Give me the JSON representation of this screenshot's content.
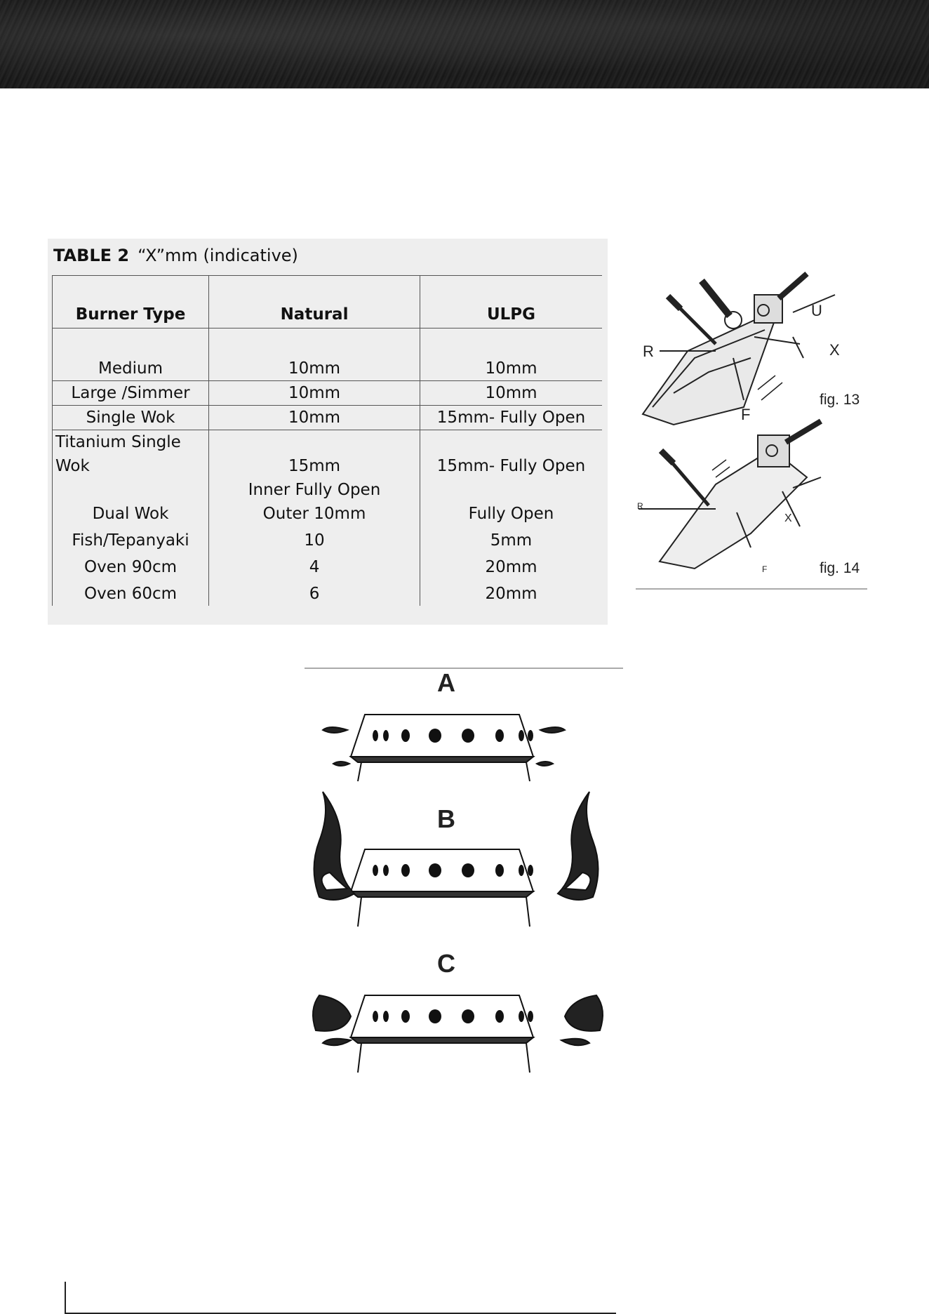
{
  "table": {
    "title_bold": "TABLE 2",
    "title_rest": "“X”mm (indicative)",
    "headers": [
      "Burner Type",
      "Natural",
      "ULPG"
    ],
    "rows": [
      {
        "type": "Medium",
        "natural": "10mm",
        "ulpg": "10mm"
      },
      {
        "type": "Large /Simmer",
        "natural": "10mm",
        "ulpg": "10mm"
      },
      {
        "type": "Single Wok",
        "natural": "10mm",
        "ulpg": "15mm- Fully Open"
      },
      {
        "type_line1": "Titanium Single",
        "type_line2": "Wok",
        "natural": "15mm",
        "ulpg": "15mm- Fully Open"
      },
      {
        "type": "Dual Wok",
        "natural_line1": "Inner Fully Open",
        "natural_line2": "Outer 10mm",
        "ulpg": "Fully Open"
      },
      {
        "type": "Fish/Tepanyaki",
        "natural": "10",
        "ulpg": "5mm"
      },
      {
        "type": "Oven 90cm",
        "natural": "4",
        "ulpg": "20mm"
      },
      {
        "type": "Oven 60cm",
        "natural": "6",
        "ulpg": "20mm"
      }
    ]
  },
  "figures": {
    "fig13": {
      "caption": "fig. 13",
      "labels": {
        "u": "U",
        "r": "R",
        "x": "X",
        "f": "F"
      }
    },
    "fig14": {
      "caption": "fig. 14",
      "labels": {
        "r": "R",
        "f": "F",
        "x": "X"
      }
    }
  },
  "flames": {
    "a": "A",
    "b": "B",
    "c": "C"
  }
}
